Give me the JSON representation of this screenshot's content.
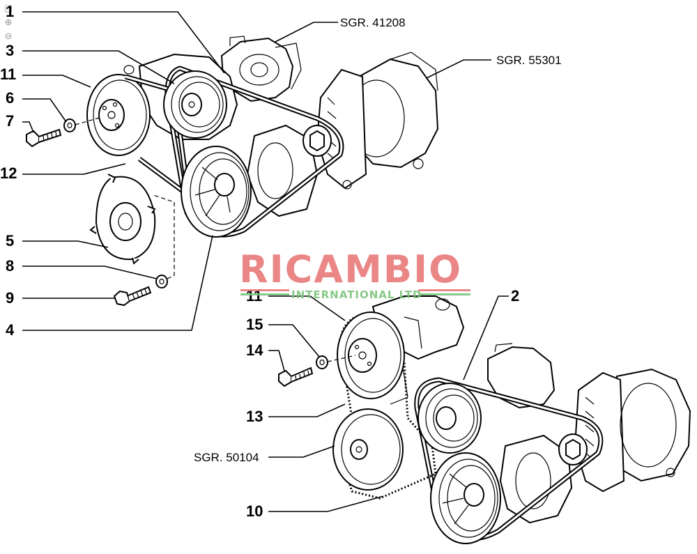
{
  "toolbar": {
    "tools": [
      {
        "name": "page-icon",
        "glyph": "▢"
      },
      {
        "name": "zoom-in-icon",
        "glyph": "⊕"
      },
      {
        "name": "zoom-out-icon",
        "glyph": "⊖"
      }
    ]
  },
  "callouts": {
    "c1": "1",
    "c3": "3",
    "c11a": "11",
    "c6": "6",
    "c7": "7",
    "c12": "12",
    "c5": "5",
    "c8": "8",
    "c9": "9",
    "c4": "4",
    "c11b": "11",
    "c15": "15",
    "c14": "14",
    "c13": "13",
    "c10": "10",
    "c2": "2"
  },
  "references": {
    "r41208": "SGR. 41208",
    "r55301": "SGR. 55301",
    "r50104": "SGR. 50104"
  },
  "watermark": {
    "title": "RICAMBIO",
    "subtitle": "INTERNATIONAL LTD",
    "colors": {
      "red": "#e87a7a",
      "green": "#7bc47b"
    }
  }
}
